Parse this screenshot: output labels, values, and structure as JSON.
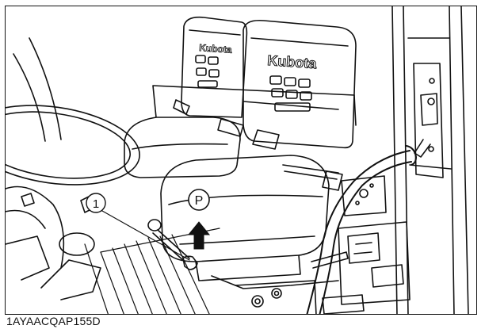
{
  "figure": {
    "callout_number": "1",
    "parking_symbol": "P",
    "brand_upper_seat": "Kubota",
    "brand_lower_seat": "Kubota",
    "figure_code": "1AYAACQAP155D"
  },
  "colors": {
    "line": "#111111",
    "background": "#ffffff"
  }
}
